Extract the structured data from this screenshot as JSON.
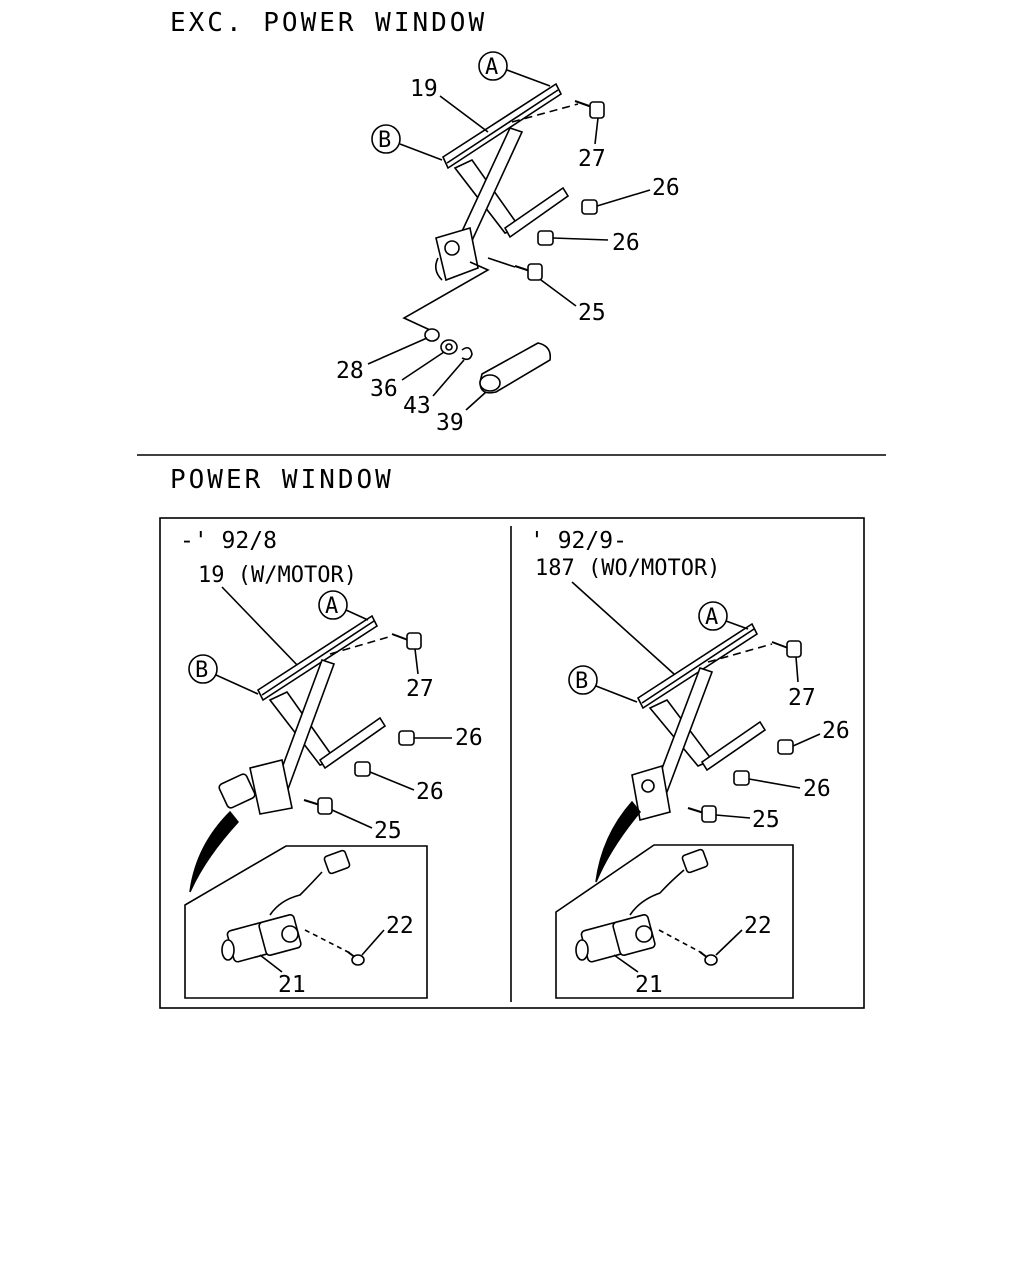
{
  "sections": {
    "exc": {
      "title": "EXC.  POWER WINDOW"
    },
    "power": {
      "title": "POWER WINDOW"
    }
  },
  "top": {
    "ref_a": "A",
    "ref_b": "B",
    "labels": {
      "p19": "19",
      "p27": "27",
      "p26a": "26",
      "p26b": "26",
      "p25": "25",
      "p28": "28",
      "p36": "36",
      "p43": "43",
      "p39": "39"
    }
  },
  "left_panel": {
    "date": "-' 92/8",
    "note": "19 (W/MOTOR)",
    "ref_a": "A",
    "ref_b": "B",
    "labels": {
      "p27": "27",
      "p26a": "26",
      "p26b": "26",
      "p25": "25",
      "p22": "22",
      "p21": "21"
    }
  },
  "right_panel": {
    "date": "' 92/9-",
    "note": "187 (WO/MOTOR)",
    "ref_a": "A",
    "ref_b": "B",
    "labels": {
      "p27": "27",
      "p26a": "26",
      "p26b": "26",
      "p25": "25",
      "p22": "22",
      "p21": "21"
    }
  }
}
